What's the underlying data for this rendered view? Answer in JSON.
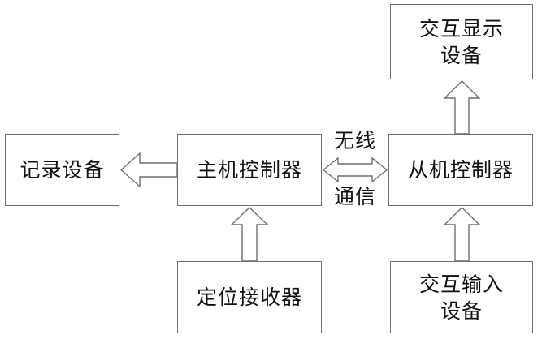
{
  "nodes": {
    "record": [
      "记录设备"
    ],
    "master": [
      "主机控制器"
    ],
    "slave": [
      "从机控制器"
    ],
    "display": [
      "交互显示",
      "设备"
    ],
    "receiver": [
      "定位接收器"
    ],
    "input": [
      "交互输入",
      "设备"
    ]
  },
  "link": {
    "label_top": "无线",
    "label_bottom": "通信"
  },
  "colors": {
    "stroke": "#6f6f6f",
    "text": "#111111",
    "background": "#ffffff"
  }
}
